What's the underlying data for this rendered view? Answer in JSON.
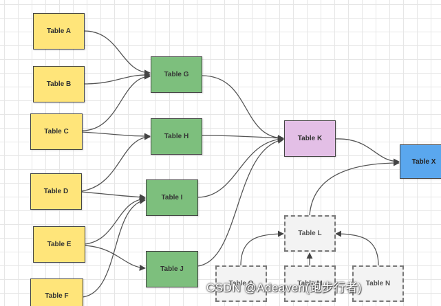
{
  "nodes": {
    "a": "Table A",
    "b": "Table B",
    "c": "Table C",
    "d": "Table D",
    "e": "Table E",
    "f": "Table F",
    "g": "Table G",
    "h": "Table H",
    "i": "Table I",
    "j": "Table J",
    "k": "Table K",
    "x": "Table X",
    "l": "Table L",
    "m": "Table M",
    "n": "Table N",
    "o": "Table O"
  },
  "colors": {
    "source": "#ffe57a",
    "intermediate": "#7dbf7d",
    "merge": "#e3bfe6",
    "target": "#5aa7ee",
    "pending": "#f3f3f3"
  },
  "watermark": "CSDN @Adeaven(跑步行者)"
}
